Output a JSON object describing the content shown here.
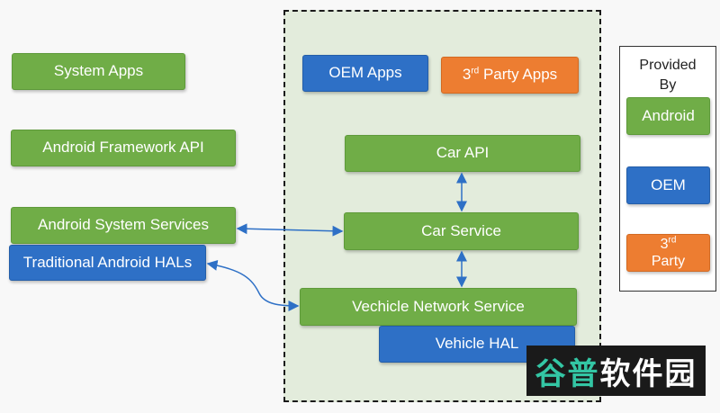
{
  "left": {
    "system_apps": "System Apps",
    "framework_api": "Android Framework API",
    "system_services": "Android System Services",
    "traditional_hals": "Traditional Android HALs"
  },
  "car": {
    "oem_apps": "OEM Apps",
    "third_party_apps_sup": "rd",
    "third_party_apps_prefix": "3",
    "third_party_apps_suffix": " Party Apps",
    "car_api": "Car API",
    "car_service": "Car Service",
    "vns": "Vechicle Network Service",
    "vehicle_hal": "Vehicle HAL"
  },
  "legend": {
    "title_line1": "Provided",
    "title_line2": "By",
    "android": "Android",
    "oem": "OEM",
    "party_prefix": "3",
    "party_sup": "rd",
    "party_line2": "Party"
  },
  "watermark": {
    "part1": "谷普",
    "part2": "软件园"
  },
  "colors": {
    "android_green": "#70ad47",
    "oem_blue": "#2e70c6",
    "third_party_orange": "#ed7d31",
    "car_region_fill": "#e3ecdc",
    "arrow": "#2e70c6"
  }
}
